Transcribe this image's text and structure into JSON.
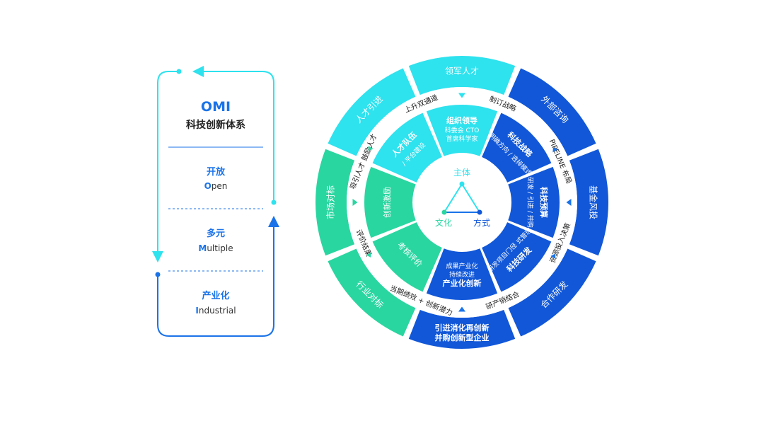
{
  "palette": {
    "light_teal": "#2ee2ee",
    "green": "#2ad6a0",
    "blue": "#1a73e8",
    "deep_blue": "#1157d8",
    "white": "#ffffff"
  },
  "omi_panel": {
    "title": "OMI",
    "subtitle": "科技创新体系",
    "sections": [
      {
        "cn": "开放",
        "initial": "O",
        "rest": "pen"
      },
      {
        "cn": "多元",
        "initial": "M",
        "rest": "ultiple"
      },
      {
        "cn": "产业化",
        "initial": "I",
        "rest": "ndustrial"
      }
    ]
  },
  "wheel": {
    "outer_ring": [
      "领军人才",
      "外部咨询",
      "基金风投",
      "合作研发",
      "引进消化再创新 / 并购创新型企业",
      "行业对标",
      "市场对标",
      "人才引进"
    ],
    "connector_ring": [
      "制订战略",
      "PIPELINE 布局",
      "资源投入决策",
      "研产销结合",
      "当期绩效 + 创新潜力",
      "评价结果",
      "吸引人才 鼓励人才",
      "上升双通道"
    ],
    "inner_ring": [
      {
        "title": "组织领导",
        "sub": "科委会 CTO / 首席科学家"
      },
      {
        "title": "科技战略",
        "sub": "明确方向 / 选择模式"
      },
      {
        "title": "科技预算",
        "sub": "研发 / 引进 / 并购"
      },
      {
        "title": "科技研发",
        "sub": "研发项目门径 式管理"
      },
      {
        "title": "产业化创新",
        "sub": "成果产业化 / 持续改进"
      },
      {
        "title": "考核评价",
        "sub": ""
      },
      {
        "title": "创新激励",
        "sub": ""
      },
      {
        "title": "人才队伍",
        "sub": "/ 平台建设"
      }
    ],
    "core": {
      "top": "主体",
      "left": "文化",
      "right": "方式"
    }
  }
}
